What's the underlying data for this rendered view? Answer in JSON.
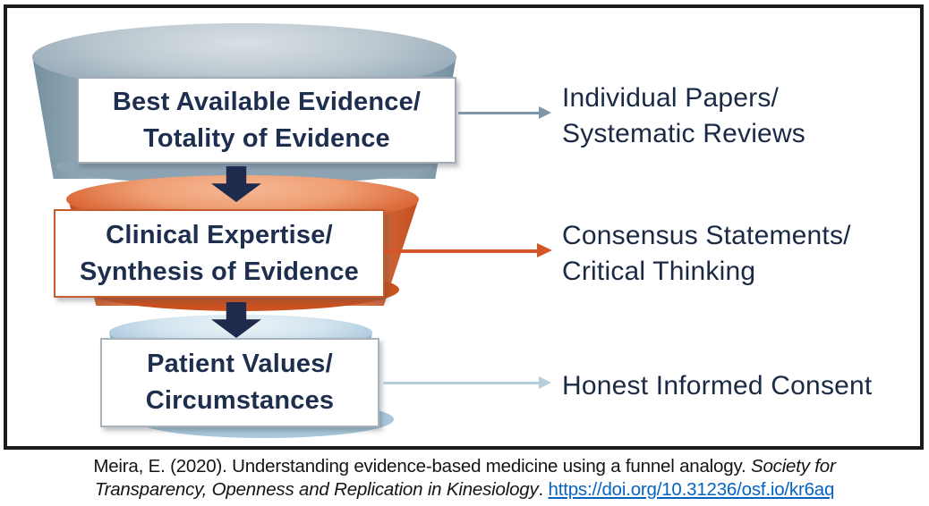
{
  "diagram": {
    "levels": [
      {
        "box_line1": "Best Available Evidence/",
        "box_line2": "Totality of Evidence",
        "label_line1": "Individual Papers/",
        "label_line2": "Systematic Reviews"
      },
      {
        "box_line1": "Clinical Expertise/",
        "box_line2": "Synthesis of Evidence",
        "label_line1": "Consensus Statements/",
        "label_line2": "Critical Thinking"
      },
      {
        "box_line1": "Patient Values/",
        "box_line2": "Circumstances",
        "label_line1": "Honest Informed Consent",
        "label_line2": ""
      }
    ],
    "colors": {
      "navy_text": "#1d2e4e",
      "navy_arrow": "#1e2b4d",
      "steel_blue_funnel": "#8ca3b3",
      "orange_funnel": "#d4552a",
      "light_blue_funnel": "#b5cddc",
      "frame_border": "#1b1b1b",
      "link_blue": "#0563c1"
    }
  },
  "citation": {
    "line1_normal": "Meira, E. (2020). Understanding evidence-based medicine using a funnel analogy. ",
    "line1_italic": "Society for",
    "line2_italic": "Transparency, Openness and Replication in Kinesiology",
    "line2_separator": ". ",
    "link_text": "https://doi.org/10.31236/osf.io/kr6aq"
  }
}
